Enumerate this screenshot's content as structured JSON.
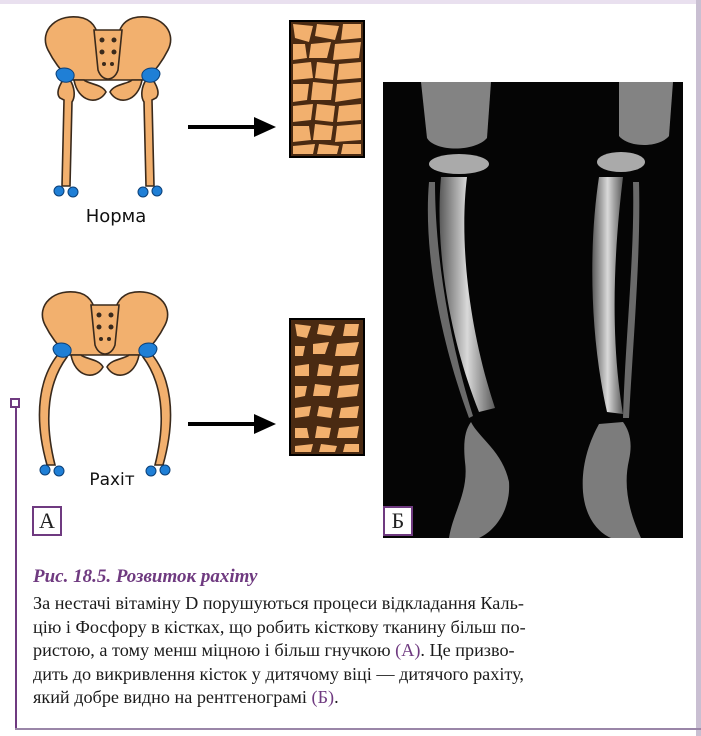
{
  "figure": {
    "caption_norm": "Норма",
    "caption_rickets": "Рахіт",
    "label_a": "А",
    "label_b": "Б",
    "title": "Рис. 18.5. Розвиток рахіту",
    "text_lines": [
      [
        "За нестачі вітаміну D порушуються процеси відкладання Каль-"
      ],
      [
        "цію і Фосфору в кістках, що робить кісткову тканину більш по-"
      ],
      [
        "ристою, а тому менш міцною і більш гнучкою ",
        "(А)",
        ". Це призво-"
      ],
      [
        "дить до викривлення кісток у дитячому віці — дитячого рахіту,"
      ],
      [
        "який добре видно на рентгенограмі ",
        "(Б)",
        "."
      ]
    ]
  },
  "colors": {
    "bone": "#f2b06e",
    "bone_outline": "#3a2a1c",
    "joint": "#1f7fd6",
    "accent": "#6f3a80",
    "bone_pore": "#4a2a12"
  }
}
